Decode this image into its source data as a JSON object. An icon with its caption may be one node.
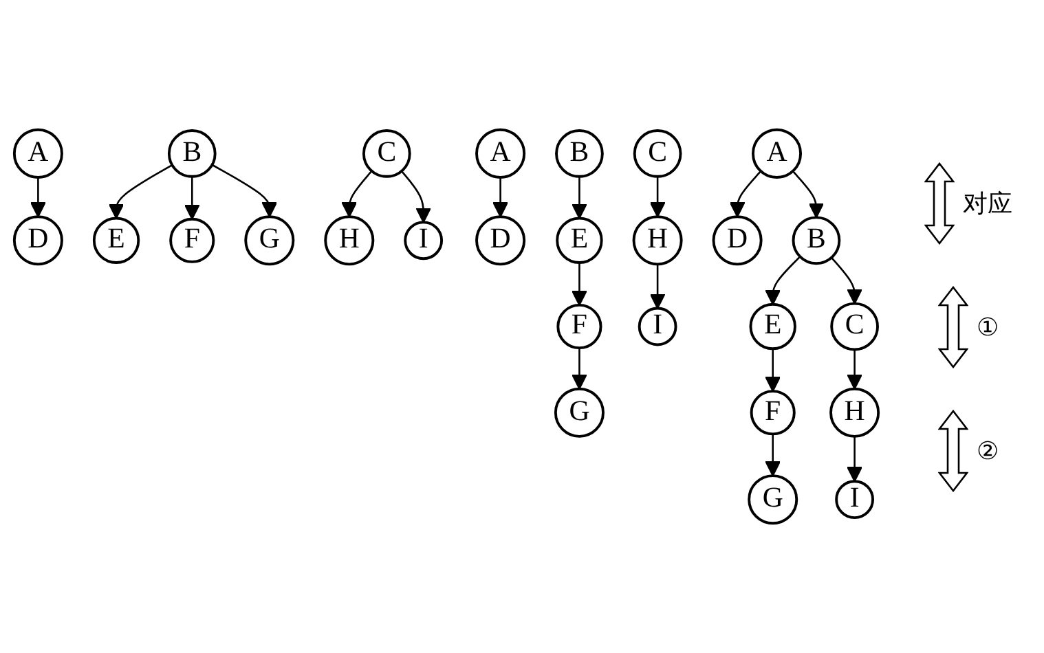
{
  "diagram": {
    "nodes": [
      {
        "text": [
          "A"
        ]
      },
      {
        "text": [
          "D"
        ]
      },
      {
        "text": [
          "B"
        ]
      },
      {
        "text": [
          "E"
        ]
      },
      {
        "text": [
          "F"
        ]
      },
      {
        "text": [
          "G"
        ]
      },
      {
        "text": [
          "C"
        ]
      },
      {
        "text": [
          "H"
        ]
      },
      {
        "text": [
          "I"
        ]
      },
      {
        "text": [
          "A"
        ]
      },
      {
        "text": [
          "D"
        ]
      },
      {
        "text": [
          "B"
        ]
      },
      {
        "text": [
          "E"
        ]
      },
      {
        "text": [
          "F"
        ]
      },
      {
        "text": [
          "G"
        ]
      },
      {
        "text": [
          "C"
        ]
      },
      {
        "text": [
          "H"
        ]
      },
      {
        "text": [
          "I"
        ]
      },
      {
        "text": [
          "A"
        ]
      },
      {
        "text": [
          "D"
        ]
      },
      {
        "text": [
          "B"
        ]
      },
      {
        "text": [
          "E"
        ]
      },
      {
        "text": [
          "F"
        ]
      },
      {
        "text": [
          "G"
        ]
      },
      {
        "text": [
          "C"
        ]
      },
      {
        "text": [
          "H"
        ]
      },
      {
        "text": [
          "I"
        ]
      }
    ],
    "edges": [
      {
        "from": 0,
        "to": 1,
        "arrow": "to"
      },
      {
        "from": 2,
        "to": 3,
        "arrow": "to"
      },
      {
        "from": 2,
        "to": 4,
        "arrow": "to"
      },
      {
        "from": 2,
        "to": 5,
        "arrow": "to"
      },
      {
        "from": 6,
        "to": 7,
        "arrow": "to"
      },
      {
        "from": 6,
        "to": 8,
        "arrow": "to"
      },
      {
        "from": 9,
        "to": 10,
        "arrow": "to"
      },
      {
        "from": 11,
        "to": 12,
        "arrow": "to"
      },
      {
        "from": 12,
        "to": 13,
        "arrow": "to"
      },
      {
        "from": 13,
        "to": 14,
        "arrow": "to"
      },
      {
        "from": 15,
        "to": 16,
        "arrow": "to"
      },
      {
        "from": 16,
        "to": 17,
        "arrow": "to"
      },
      {
        "from": 18,
        "to": 19,
        "arrow": "to"
      },
      {
        "from": 18,
        "to": 20,
        "arrow": "to"
      },
      {
        "from": 20,
        "to": 21,
        "arrow": "to"
      },
      {
        "from": 21,
        "to": 22,
        "arrow": "to"
      },
      {
        "from": 22,
        "to": 23,
        "arrow": "to"
      },
      {
        "from": 20,
        "to": 24,
        "arrow": "to"
      },
      {
        "from": 24,
        "to": 25,
        "arrow": "to"
      },
      {
        "from": 25,
        "to": 26,
        "arrow": "to"
      }
    ],
    "labels": [
      "对应",
      "①",
      "②"
    ]
  }
}
